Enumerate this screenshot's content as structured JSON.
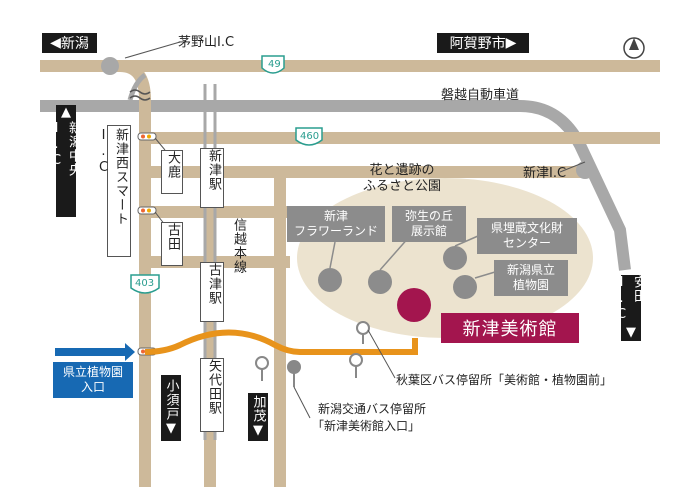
{
  "directions": {
    "niigata": "新潟",
    "agano": "阿賀野市",
    "niigata_chuo": "新潟中央I.C",
    "yasuda": "安田I.C",
    "kosudo": "小須戸",
    "kamo": "加茂"
  },
  "roads": {
    "route49": "49",
    "route460": "460",
    "route403": "403",
    "banetsu": "磐越自動車道",
    "kayanoyama_ic": "茅野山I.C",
    "niitsu_ic": "新津I.C",
    "niitsu_nishi_smart_ic": "新津西スマートI.C",
    "shinetsu_line": "信越本線"
  },
  "stations": {
    "niitsu": "新津駅",
    "furutsu": "古津駅",
    "yakaeda": "矢代田駅"
  },
  "intersections": {
    "oshika": "大鹿",
    "furuta": "古田"
  },
  "park": {
    "title": "花と遺跡の\nふるさと公園",
    "facilities": [
      {
        "label": "新津\nフラワーランド"
      },
      {
        "label": "弥生の丘\n展示館"
      },
      {
        "label": "県埋蔵文化財\nセンター"
      },
      {
        "label": "新潟県立\n植物園"
      }
    ],
    "museum": "新津美術館"
  },
  "entrance": "県立植物園\n入口",
  "bus_stops": {
    "akiha": "秋葉区バス停留所「美術館・植物園前」",
    "niigata_kotsu_line1": "新潟交通バス停留所",
    "niigata_kotsu_line2": "「新津美術館入口」"
  },
  "compass": "N",
  "colors": {
    "road": "#cdb99a",
    "expressway": "#a8a8a8",
    "access_route": "#e8931b",
    "park": "#ece3cf",
    "museum": "#a3154e",
    "facility": "#8c8c8c",
    "entrance": "#1769b3",
    "route_shield": "#2a9d8f"
  }
}
